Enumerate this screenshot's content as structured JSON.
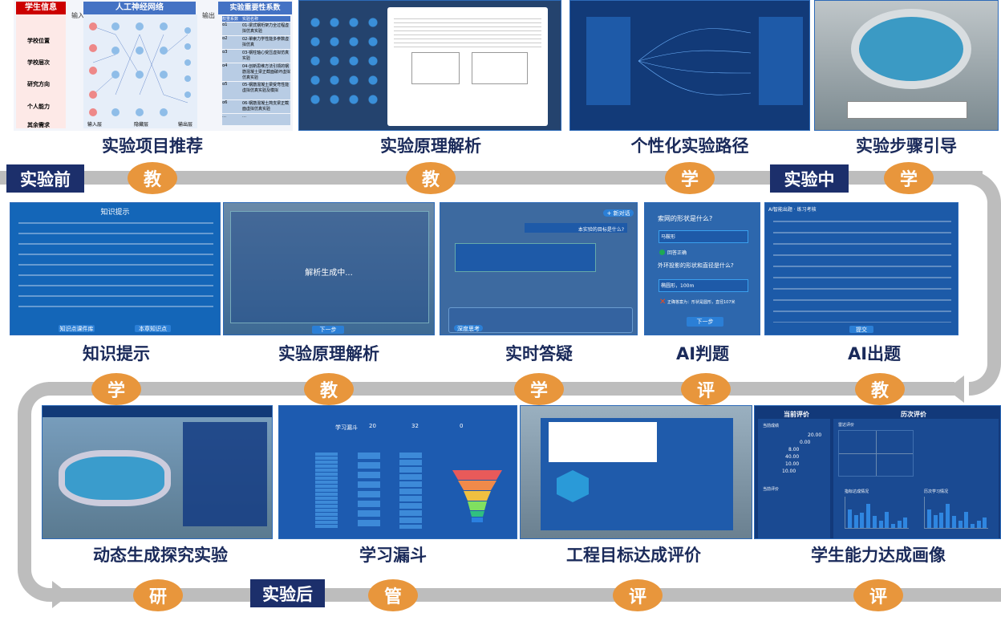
{
  "phases": {
    "before": "实验前",
    "during": "实验中",
    "after": "实验后"
  },
  "row1": [
    {
      "label": "实验项目推荐",
      "badge": "教"
    },
    {
      "label": "实验原理解析",
      "badge": "教"
    },
    {
      "label": "个性化实验路径",
      "badge": "学"
    },
    {
      "label": "实验步骤引导",
      "badge": "学"
    }
  ],
  "row2": [
    {
      "label": "知识提示",
      "badge": "学"
    },
    {
      "label": "实验原理解析",
      "badge": "教"
    },
    {
      "label": "实时答疑",
      "badge": "学"
    },
    {
      "label": "AI判题",
      "badge": "评"
    },
    {
      "label": "AI出题",
      "badge": "教"
    }
  ],
  "row3": [
    {
      "label": "动态生成探究实验",
      "badge": "研"
    },
    {
      "label": "学习漏斗",
      "badge": "管"
    },
    {
      "label": "工程目标达成评价",
      "badge": "评"
    },
    {
      "label": "学生能力达成画像",
      "badge": "评"
    }
  ],
  "nn": {
    "student_info": "学生信息",
    "network": "人工神经网络",
    "coef": "实验重要性系数",
    "input": "输入",
    "output": "输出",
    "inputs": [
      "学校位置",
      "学校层次",
      "研究方向",
      "个人能力",
      "其余需求"
    ],
    "layers": [
      "输入层",
      "隐藏层",
      "输出层"
    ],
    "table_headers": [
      "权重系数",
      "实验名称"
    ],
    "rows": [
      [
        "α1",
        "01-梁式钢桁架力全过程虚拟仿真实验"
      ],
      [
        "α2",
        "02-單索力学性能多参数虚拟仿真"
      ],
      [
        "α3",
        "03-钢柱轴心受压虚拟仿真实验"
      ],
      [
        "α4",
        "04-创新思维方法引领的钢筋混凝土梁正截面破坏虚拟仿真实验"
      ],
      [
        "α5",
        "05-钢筋混凝土梁受弯性能虚拟仿真实验及模拟"
      ],
      [
        "α6",
        "06-钢筋混凝土简支梁正截面虚拟仿真实验"
      ],
      [
        "…",
        "…"
      ]
    ]
  },
  "knowledge": {
    "title": "知识提示",
    "btn1": "知识点课件库",
    "btn2": "本章知识点"
  },
  "principle2": {
    "status": "解析生成中...",
    "next": "下一步"
  },
  "qa": {
    "new_chat": "+ 新对话",
    "question": "本实验的目标是什么?",
    "deep": "深度思考"
  },
  "judge": {
    "q1": "索网的形状是什么?",
    "a1": "马鞍形",
    "r1": "回答正确",
    "q2": "外环投影的形状和直径是什么?",
    "a2": "椭圆形，100m",
    "r2": "正确答案为：形状是圆形，直径107米",
    "next": "下一步"
  },
  "aiq": {
    "title": "AI智能出题 · 练习考核",
    "submit": "提交"
  },
  "funnel": {
    "title": "学习漏斗",
    "stats": [
      "20",
      "32",
      "0"
    ]
  },
  "portrait": {
    "current": "当前评价",
    "history": "历次评价",
    "scores_title": "当前成绩",
    "scores": [
      "20.00",
      "0.00",
      "8.00",
      "40.00",
      "10.00",
      "10.00"
    ],
    "eval_title": "当前评价",
    "quad_title": "雷达评价",
    "chart1": "指标达成情况",
    "chart2": "历次学习情况",
    "chart1_values": [
      58,
      40,
      48,
      75,
      38,
      22,
      50,
      12,
      22,
      33
    ],
    "chart2_values": [
      58,
      40,
      48,
      75,
      38,
      22,
      50,
      12,
      22,
      33
    ]
  },
  "colors": {
    "navy": "#1c2f6b",
    "badge": "#e8963c",
    "track": "#bdbdbd",
    "panel": "#1a4f96"
  }
}
